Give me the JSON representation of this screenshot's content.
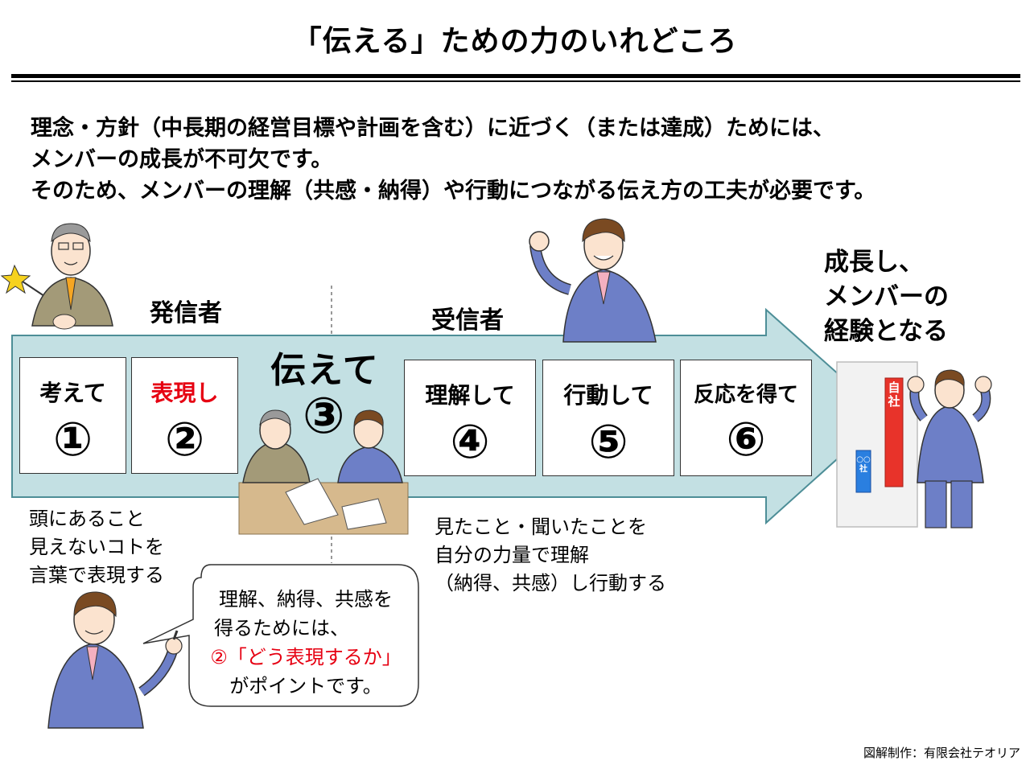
{
  "title": "「伝える」ための力のいれどころ",
  "intro": [
    "理念・方針（中長期の経営目標や計画を含む）に近づく（または達成）ためには、",
    "メンバーの成長が不可欠です。",
    "そのため、メンバーの理解（共感・納得）や行動につながる伝え方の工夫が必要です。"
  ],
  "roles": {
    "sender": "発信者",
    "receiver": "受信者"
  },
  "steps": [
    {
      "label": "考えて",
      "num": "①"
    },
    {
      "label": "表現し",
      "num": "②"
    },
    {
      "label": "伝えて",
      "num": "③"
    },
    {
      "label": "理解して",
      "num": "④"
    },
    {
      "label": "行動して",
      "num": "⑤"
    },
    {
      "label": "反応を得て",
      "num": "⑥"
    }
  ],
  "growth": [
    "成長し、",
    "メンバーの",
    "経験となる"
  ],
  "sender_note": [
    "頭にあること",
    "見えないコトを",
    "言葉で表現する"
  ],
  "receiver_note": [
    "見たこと・聞いたことを",
    "自分の力量で理解",
    "（納得、共感）し行動する"
  ],
  "bubble": {
    "line1": "理解、納得、共感を",
    "line2": "得るためには、",
    "highlight": "②「どう表現するか」",
    "line4": "がポイントです。"
  },
  "sign": {
    "line1": "自社",
    "line2": "○○社"
  },
  "credit": "図解制作：有限会社テオリア",
  "colors": {
    "arrow_fill": "#c3e0e3",
    "arrow_stroke": "#4d8e97",
    "accent_red": "#e60012",
    "suit_blue": "#6d7fc7",
    "suit_brown": "#a39a78"
  }
}
